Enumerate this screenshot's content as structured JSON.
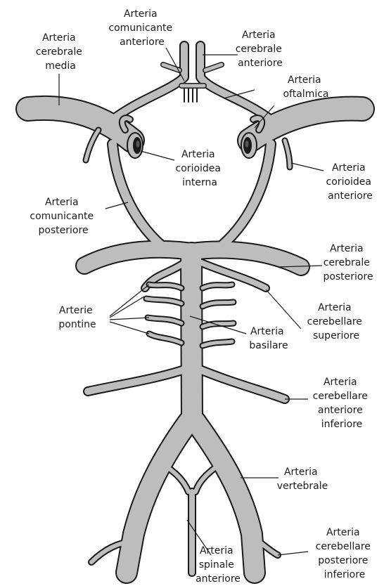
{
  "labels": {
    "comunicante_anteriore": [
      "Arteria",
      "comunicante",
      "anteriore"
    ],
    "cerebrale_media": [
      "Arteria",
      "cerebrale",
      "media"
    ],
    "cerebrale_anteriore": [
      "Arteria",
      "cerebrale",
      "anteriore"
    ],
    "oftalmica": [
      "Arteria",
      "oftalmica"
    ],
    "corioidea_interna": [
      "Arteria",
      "corioidea",
      "interna"
    ],
    "corioidea_anteriore": [
      "Arteria",
      "corioidea",
      "anteriore"
    ],
    "comunicante_posteriore": [
      "Arteria",
      "comunicante",
      "posteriore"
    ],
    "cerebrale_posteriore": [
      "Arteria",
      "cerebrale",
      "posteriore"
    ],
    "pontine": [
      "Arterie",
      "pontine"
    ],
    "cerebellare_superiore": [
      "Arteria",
      "cerebellare",
      "superiore"
    ],
    "basilare": [
      "Arteria",
      "basilare"
    ],
    "cerebellare_anteriore_inferiore": [
      "Arteria",
      "cerebellare",
      "anteriore",
      "inferiore"
    ],
    "vertebrale": [
      "Arteria",
      "vertebrale"
    ],
    "cerebellare_posteriore_inferiore": [
      "Arteria",
      "cerebellare",
      "posteriore",
      "inferiore"
    ],
    "spinale_anteriore": [
      "Arteria",
      "spinale",
      "anteriore"
    ]
  },
  "colors": {
    "vessel_fill": "#bdbdbd",
    "outline": "#1a1a1a",
    "background": "#ffffff"
  }
}
